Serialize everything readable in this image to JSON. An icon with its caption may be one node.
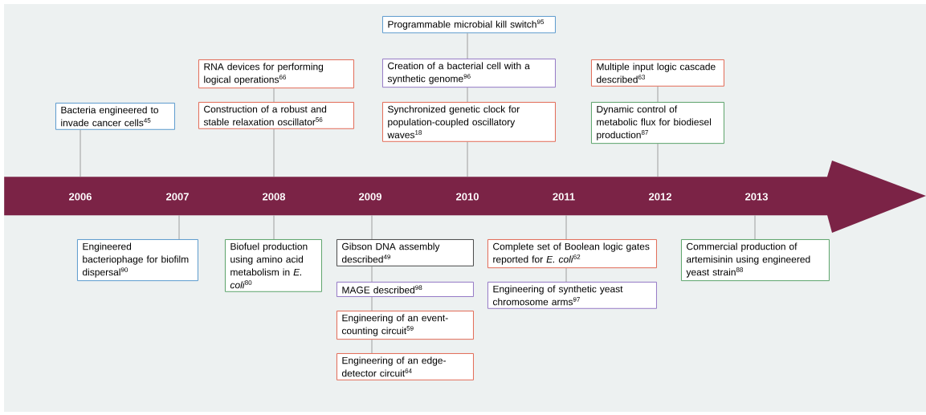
{
  "diagram": {
    "nodes": [
      {
        "text": [
          "2006",
          "2007",
          "2008",
          "2009",
          "2010",
          "2011",
          "2012",
          "2013"
        ]
      },
      {
        "text": [
          "Bacteria engineered to invade cancer cells$^{45}$"
        ]
      },
      {
        "text": [
          "RNA devices for performing logical operations$^{66}$"
        ]
      },
      {
        "text": [
          "Construction of a robust and stable relaxation oscillator$^{56}$"
        ]
      },
      {
        "text": [
          "Programmable microbial kill switch$^{95}$"
        ]
      },
      {
        "text": [
          "Creation of a bacterial cell with a synthetic genome$^{96}$"
        ]
      },
      {
        "text": [
          "Synchronized genetic clock for population-coupled oscillatory waves$^{18}$"
        ]
      },
      {
        "text": [
          "Multiple input logic cascade described$^{63}$"
        ]
      },
      {
        "text": [
          "Dynamic control of metabolic flux for biodiesel production$^{87}$"
        ]
      },
      {
        "text": [
          "Engineered bacteriophage for biofilm dispersal$^{90}$"
        ]
      },
      {
        "text": [
          "Biofuel production using amino acid metabolism in *E. coli*$^{80}$"
        ]
      },
      {
        "text": [
          "Gibson DNA assembly described$^{49}$"
        ]
      },
      {
        "text": [
          "MAGE described$^{98}$"
        ]
      },
      {
        "text": [
          "Engineering of an event-counting circuit$^{59}$"
        ]
      },
      {
        "text": [
          "Engineering of an edge-detector circuit$^{64}$"
        ]
      },
      {
        "text": [
          "Complete set of Boolean logic gates reported for *E. coli*$^{62}$"
        ]
      },
      {
        "text": [
          "Engineering of synthetic yeast chromosome arms$^{97}$"
        ]
      },
      {
        "text": [
          "Commercial production of artemisinin using engineered yeast strain$^{88}$"
        ]
      }
    ],
    "edges": [
      {
        "from": 0,
        "to": 1,
        "arrow": "none"
      },
      {
        "from": 0,
        "to": 3,
        "arrow": "none"
      },
      {
        "from": 3,
        "to": 2,
        "arrow": "none"
      },
      {
        "from": 0,
        "to": 6,
        "arrow": "none"
      },
      {
        "from": 6,
        "to": 5,
        "arrow": "none"
      },
      {
        "from": 5,
        "to": 4,
        "arrow": "none"
      },
      {
        "from": 0,
        "to": 8,
        "arrow": "none"
      },
      {
        "from": 8,
        "to": 7,
        "arrow": "none"
      },
      {
        "from": 0,
        "to": 9,
        "arrow": "none"
      },
      {
        "from": 0,
        "to": 10,
        "arrow": "none"
      },
      {
        "from": 0,
        "to": 11,
        "arrow": "none"
      },
      {
        "from": 11,
        "to": 12,
        "arrow": "none"
      },
      {
        "from": 12,
        "to": 13,
        "arrow": "none"
      },
      {
        "from": 13,
        "to": 14,
        "arrow": "none"
      },
      {
        "from": 0,
        "to": 15,
        "arrow": "none"
      },
      {
        "from": 15,
        "to": 16,
        "arrow": "none"
      },
      {
        "from": 0,
        "to": 17,
        "arrow": "none"
      }
    ]
  }
}
